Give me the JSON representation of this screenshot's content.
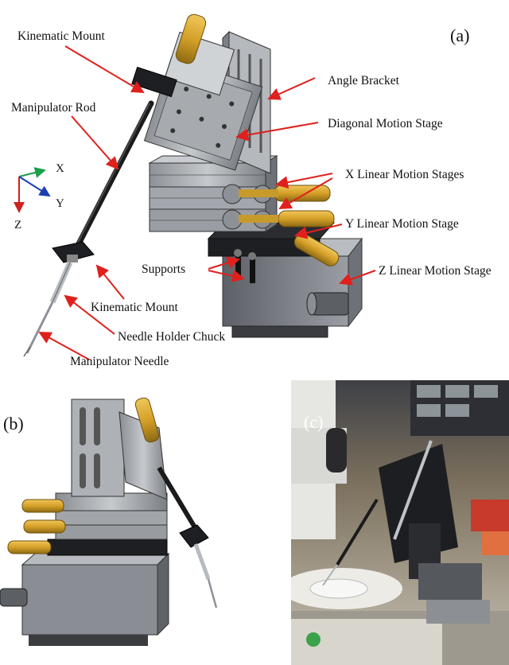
{
  "panels": {
    "a": "(a)",
    "b": "(b)",
    "c": "(c)"
  },
  "labels": {
    "kinematic_mount_top": "Kinematic Mount",
    "manipulator_rod": "Manipulator Rod",
    "angle_bracket": "Angle Bracket",
    "diagonal_motion_stage": "Diagonal Motion Stage",
    "x_linear_motion_stages": "X Linear Motion Stages",
    "y_linear_motion_stage": "Y Linear Motion Stage",
    "supports": "Supports",
    "z_linear_motion_stage": "Z Linear Motion Stage",
    "kinematic_mount_bottom": "Kinematic Mount",
    "needle_holder_chuck": "Needle Holder Chuck",
    "manipulator_needle": "Manipulator Needle"
  },
  "axes": {
    "x": "X",
    "y": "Y",
    "z": "Z"
  },
  "colors": {
    "arrow": "#e0201c",
    "brass": "#d4a028",
    "steel": "#a9adb3",
    "dark_steel": "#55585d",
    "black_part": "#1e1f22",
    "axis_x": "#1aa04a",
    "axis_y": "#1a3fb0",
    "axis_z": "#d02020"
  }
}
